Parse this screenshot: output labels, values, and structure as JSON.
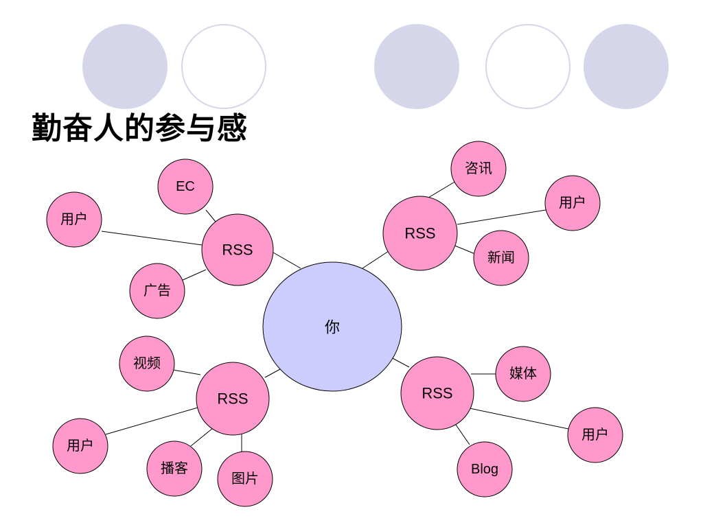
{
  "slide": {
    "title": "勤奋人的参与感"
  },
  "diagram": {
    "center": {
      "label": "你",
      "fill": "#ccccff"
    },
    "node_fill": "#ff99cc",
    "clusters": [
      {
        "hub": "RSS",
        "leaves": [
          "EC",
          "用户",
          "广告"
        ]
      },
      {
        "hub": "RSS",
        "leaves": [
          "咨讯",
          "用户",
          "新闻"
        ]
      },
      {
        "hub": "RSS",
        "leaves": [
          "视频",
          "用户",
          "播客",
          "图片"
        ]
      },
      {
        "hub": "RSS",
        "leaves": [
          "媒体",
          "用户",
          "Blog"
        ]
      }
    ]
  },
  "decorations": {
    "filled_color": "#d6d6ea"
  }
}
